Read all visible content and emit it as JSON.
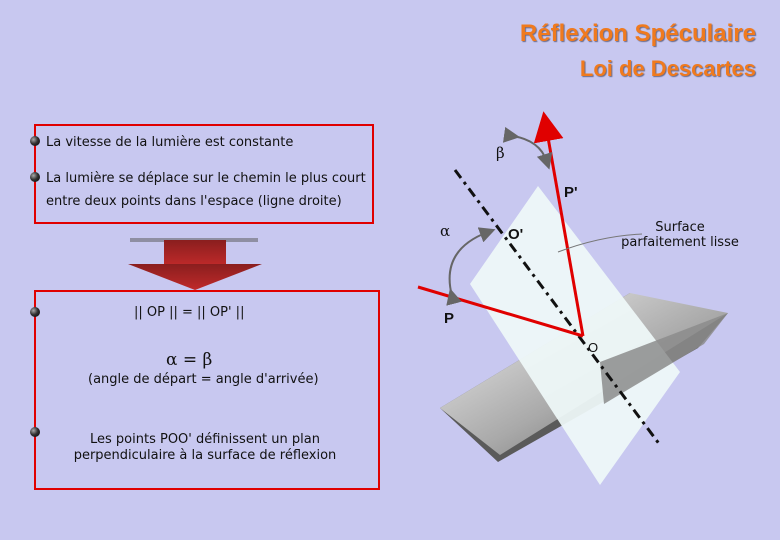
{
  "title": "Réflexion Spéculaire",
  "subtitle": "Loi de Descartes",
  "box1": {
    "line1": "La vitesse de la lumière est constante",
    "line2a": "La lumière se déplace sur le chemin le plus court",
    "line2b": "entre deux points dans l'espace (ligne droite)"
  },
  "box2": {
    "norm_eq": "|| OP ||  =  || OP' ||",
    "angle_eq": "α  =  β",
    "angle_note": "(angle de départ = angle d'arrivée)",
    "plane_line1": "Les points POO' définissent un plan",
    "plane_line2": "perpendiculaire à la surface de réflexion"
  },
  "diagram": {
    "beta": "β",
    "alpha": "α",
    "p_prime": "P'",
    "o_prime": "O'",
    "p": "P",
    "o": "O",
    "surface_line1": "Surface",
    "surface_line2": "parfaitement lisse"
  },
  "colors": {
    "title": "#f07a1e",
    "ray": "#e00000",
    "background": "#c8c8f0"
  }
}
